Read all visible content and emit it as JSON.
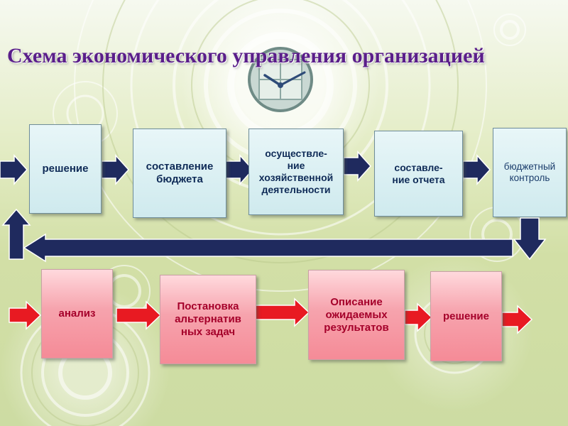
{
  "title": "Схема экономического управления организацией",
  "top_row": {
    "decision": "решение",
    "budgeting": "составление бюджета",
    "operations_lines": [
      "осуществле-",
      "ние",
      "хозяйственной",
      "деятельности"
    ],
    "reporting_lines": [
      "составле-",
      "ние отчета"
    ],
    "budget_control_lines": [
      "бюджетный",
      "контроль"
    ]
  },
  "bottom_row": {
    "analysis": "анализ",
    "alternatives_lines": [
      "Постановка",
      "альтернатив",
      "ных задач"
    ],
    "outcomes_lines": [
      "Описание",
      "ожидаемых",
      "результатов"
    ],
    "decision": "решение"
  },
  "colors": {
    "title": "#5a1e8a",
    "navy_arrow": "#1f2a5e",
    "red_arrow": "#e81a22",
    "blue_box": "#d8eff2",
    "red_box": "#f7a0aa"
  },
  "icons": [
    "clock-icon"
  ]
}
